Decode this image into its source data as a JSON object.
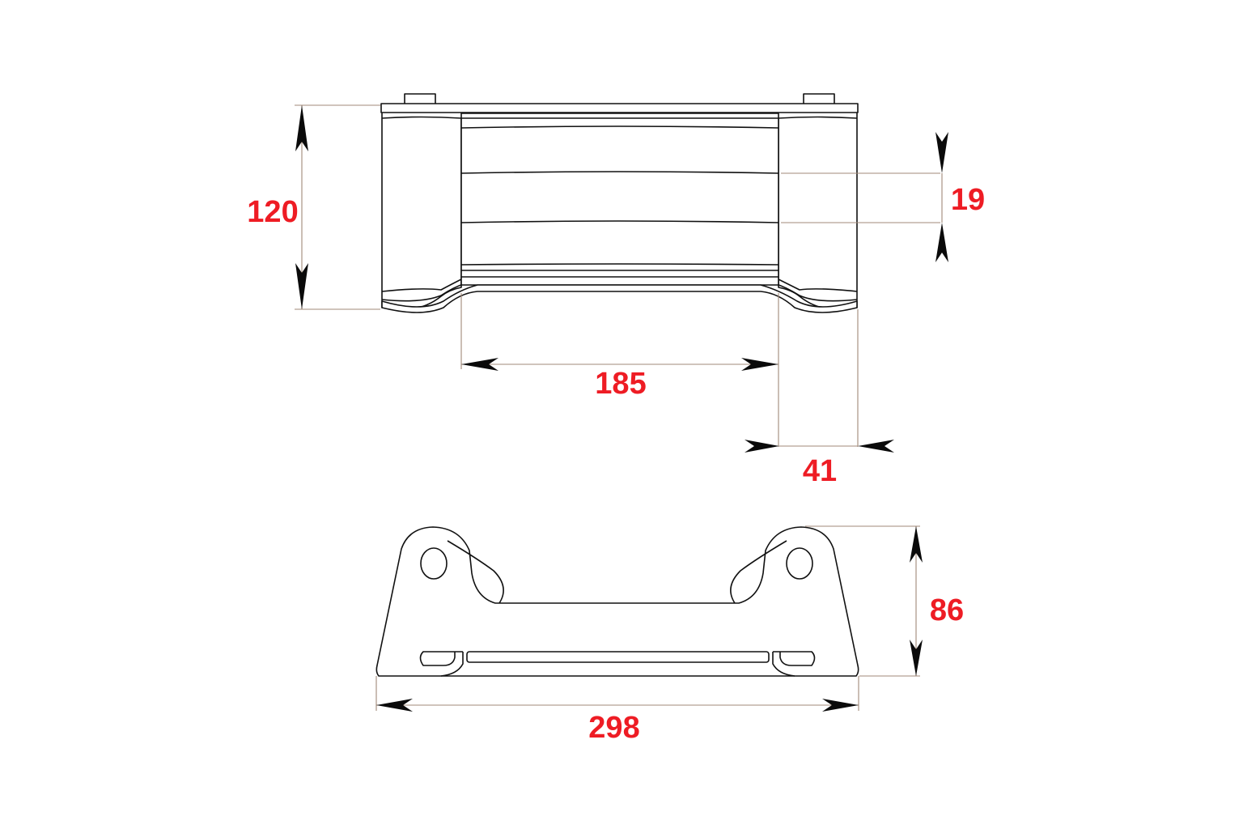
{
  "drawing": {
    "title": "Hawse fairlead dimension drawing",
    "accent_color": "#ee1c24",
    "dimensions": {
      "height_top_view": "120",
      "roller_spacing": "19",
      "inner_width": "185",
      "side_roller_width": "41",
      "height_bottom_view": "86",
      "overall_width": "298"
    }
  }
}
